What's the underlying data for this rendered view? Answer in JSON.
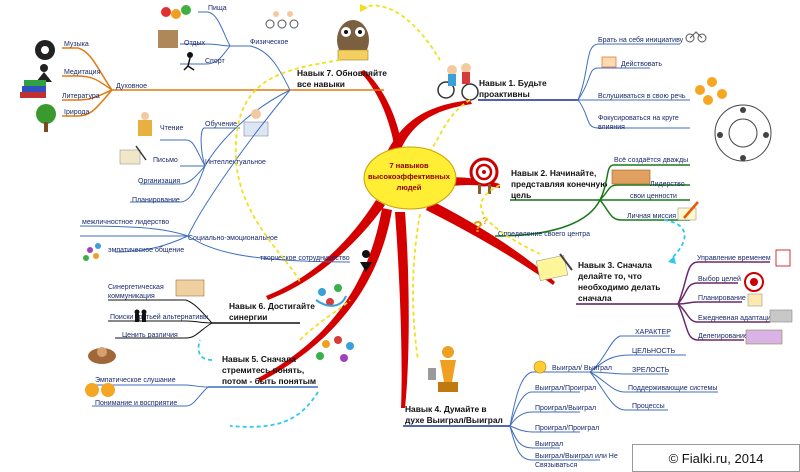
{
  "center": {
    "lines": [
      "7 навыков",
      "высокоэффективных",
      "людей"
    ]
  },
  "habits": {
    "h1": {
      "lines": [
        "Навык 1. Будьте",
        "проактивны"
      ]
    },
    "h2": {
      "lines": [
        "Навык 2. Начинайте,",
        "представляя конечную",
        "цель"
      ]
    },
    "h3": {
      "lines": [
        "Навык 3. Сначала",
        "делайте то, что",
        "необходимо делать",
        "сначала"
      ]
    },
    "h4": {
      "lines": [
        "Навык 4. Думайте в",
        "духе Выиграл/Выиграл"
      ]
    },
    "h5": {
      "lines": [
        "Навык 5. Сначала",
        "стремитесь понять,",
        "потом - быть понятым"
      ]
    },
    "h6": {
      "lines": [
        "Навык 6. Достигайте",
        "синергии"
      ]
    },
    "h7": {
      "lines": [
        "Навык 7. Обновляйте",
        "все навыки"
      ]
    }
  },
  "h1_items": [
    "Брать на себя инициативу",
    "Действовать",
    "Вслушиваться в свою речь",
    "Фокусироваться на круге",
    "влияния"
  ],
  "h2_items": [
    "Всё создаётся дважды",
    "Лидерство",
    "свои ценности",
    "Личная миссия",
    "Определение своего центра"
  ],
  "h3_items": [
    "Управление временем",
    "Выбор целей",
    "Планирование",
    "Ежедневная адаптация",
    "Делегирование"
  ],
  "h4_items": [
    "Выиграл/ Выиграл",
    "Выиграл/Проиграл",
    "Проиграл/Выиграл",
    "Проиграл/Проиграл",
    "Выиграл",
    "Выиграл/Выиграл или Не",
    "Связываться"
  ],
  "h4_sub": [
    "ХАРАКТЕР",
    "ЦЕЛЬНОСТЬ",
    "ЗРЕЛОСТЬ",
    "Поддерживающие системы",
    "Процессы"
  ],
  "h5_items": [
    "Эмпатическое слушание",
    "Понимание и восприятие"
  ],
  "h6_items": [
    "Синергетическая",
    "коммуникация",
    "Поиски третьей альтернативы",
    "Ценить различия"
  ],
  "h7_physical": [
    "Пища",
    "Отдых",
    "Спорт",
    "Физическое"
  ],
  "h7_spiritual": [
    "Музыка",
    "Медитация",
    "Литература",
    "Ірирода",
    "Духовное"
  ],
  "h7_intel": [
    "Чтение",
    "Обучение",
    "Письмо",
    "Организация",
    "Планирование",
    "Интеллектуальное"
  ],
  "h7_social": [
    "межличностное лидерство",
    "эмпатическое общение",
    "Социально-эмоциональное",
    "творческое сотрудничество"
  ],
  "copyright": "© Fialki.ru, 2014"
}
